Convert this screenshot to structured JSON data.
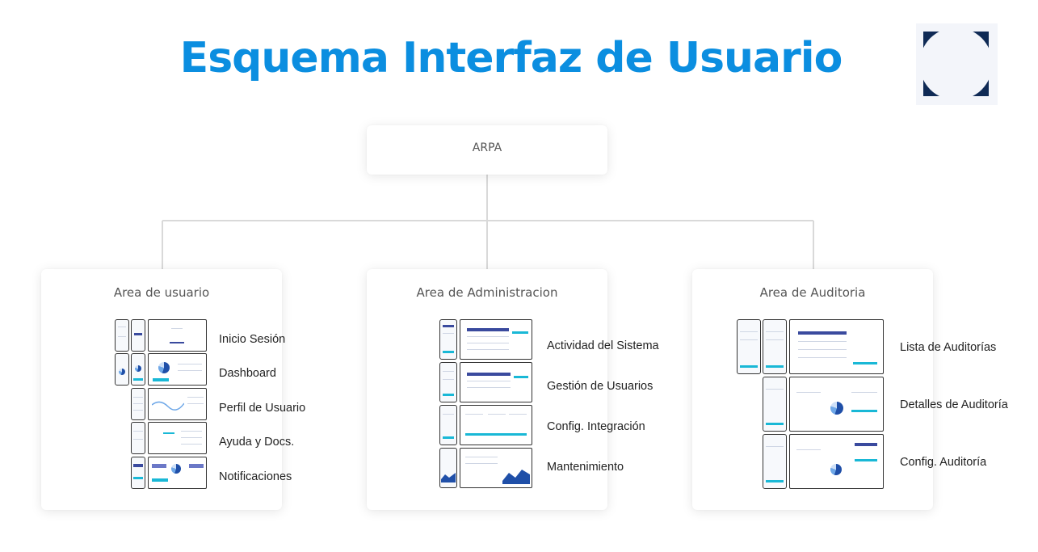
{
  "title": "Esquema Interfaz de Usuario",
  "logo_icon": "brand-logo-icon",
  "colors": {
    "title": "#0b8ee0",
    "logo_dark": "#0f2a55",
    "logo_bg": "#f3f5fa",
    "connector": "#d9d9d9"
  },
  "root": {
    "label": "ARPA"
  },
  "areas": [
    {
      "title": "Area de usuario",
      "items": [
        "Inicio Sesión",
        "Dashboard",
        "Perfil de Usuario",
        "Ayuda y Docs.",
        "Notificaciones"
      ]
    },
    {
      "title": "Area de Administracion",
      "items": [
        "Actividad del Sistema",
        "Gestión de Usuarios",
        "Config. Integración",
        "Mantenimiento"
      ]
    },
    {
      "title": "Area de Auditoria",
      "items": [
        "Lista de Auditorías",
        "Detalles de Auditoría",
        "Config. Auditoría"
      ]
    }
  ]
}
